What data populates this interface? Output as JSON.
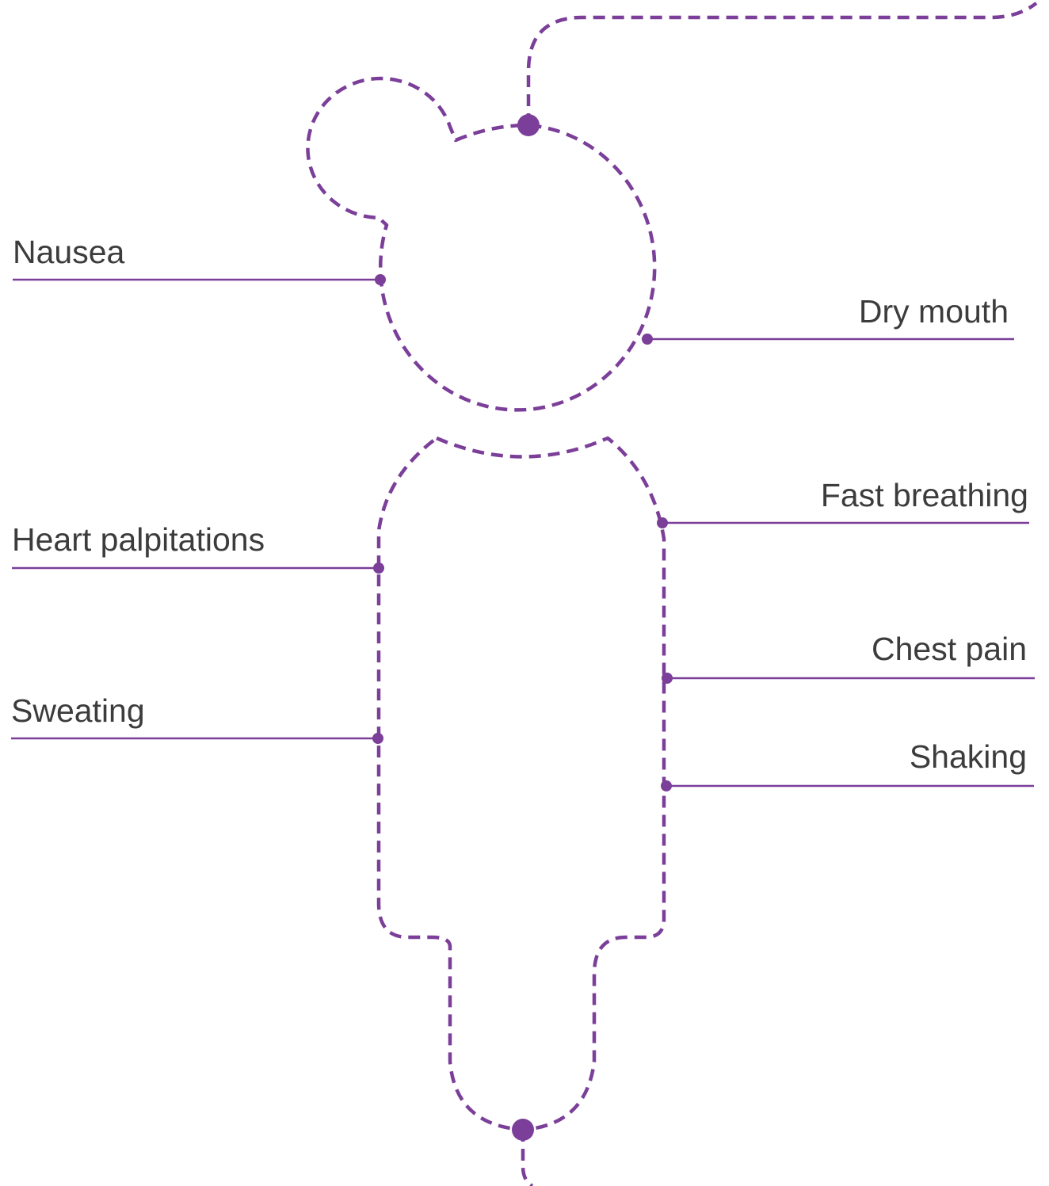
{
  "colors": {
    "accent": "#7b3f99",
    "text": "#3c3c3c"
  },
  "symptoms": [
    {
      "label": "Nausea"
    },
    {
      "label": "Dry mouth"
    },
    {
      "label": "Fast breathing"
    },
    {
      "label": "Heart palpitations"
    },
    {
      "label": "Chest pain"
    },
    {
      "label": "Sweating"
    },
    {
      "label": "Shaking"
    }
  ]
}
